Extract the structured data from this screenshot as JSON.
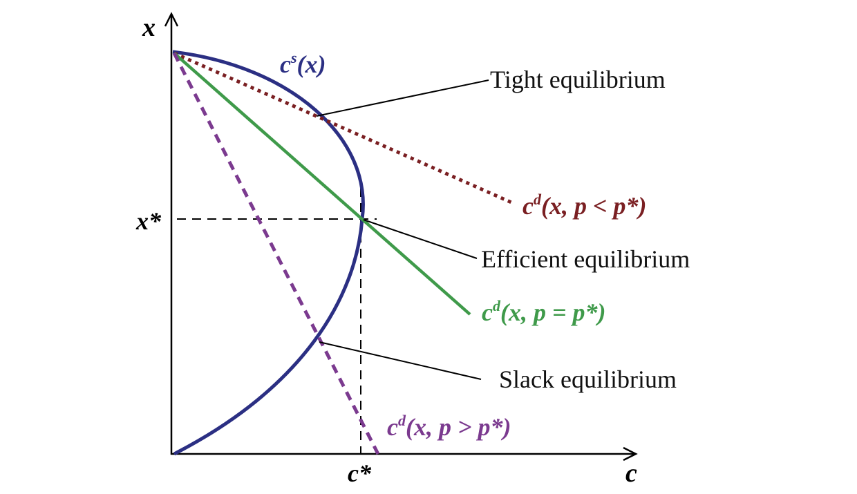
{
  "diagram": {
    "axes": {
      "y_label": "x",
      "x_label": "c",
      "x_star_label": "x*",
      "c_star_label": "c*"
    },
    "curves": {
      "supply": {
        "label_main": "c",
        "label_sup": "s",
        "label_rest": "(x)",
        "color": "#2b2f83"
      },
      "demand_low": {
        "label_main": "c",
        "label_sup": "d",
        "label_rest": "(x, p < p*)",
        "color": "#7a1f22",
        "style": "dotted"
      },
      "demand_eq": {
        "label_main": "c",
        "label_sup": "d",
        "label_rest": "(x, p = p*)",
        "color": "#3f9a4a",
        "style": "solid"
      },
      "demand_high": {
        "label_main": "c",
        "label_sup": "d",
        "label_rest": "(x, p > p*)",
        "color": "#7b3a8f",
        "style": "dashed"
      }
    },
    "annotations": {
      "tight": "Tight equilibrium",
      "efficient": "Efficient equilibrium",
      "slack": "Slack equilibrium"
    }
  }
}
